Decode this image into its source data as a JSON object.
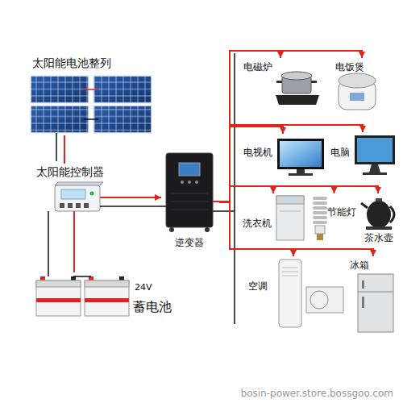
{
  "diagram": {
    "nodes": [
      {
        "text": [
          "太阳能电池整列"
        ]
      },
      {
        "text": [
          "太阳能控制器"
        ]
      },
      {
        "text": [
          "逆变器"
        ]
      },
      {
        "text": [
          "24V",
          "蓄电池"
        ]
      },
      {
        "text": [
          "电磁炉"
        ]
      },
      {
        "text": [
          "电饭煲"
        ]
      },
      {
        "text": [
          "电视机"
        ]
      },
      {
        "text": [
          "电脑"
        ]
      },
      {
        "text": [
          "洗衣机"
        ]
      },
      {
        "text": [
          "节能灯"
        ]
      },
      {
        "text": [
          "茶水壶"
        ]
      },
      {
        "text": [
          "空调"
        ]
      },
      {
        "text": [
          "冰箱"
        ]
      }
    ],
    "edges": [
      {
        "from": 0,
        "to": 1,
        "arrow": "none"
      },
      {
        "from": 1,
        "to": 2,
        "arrow": "to"
      },
      {
        "from": 1,
        "to": 3,
        "arrow": "none"
      },
      {
        "from": 2,
        "to": 4,
        "arrow": "to"
      },
      {
        "from": 2,
        "to": 5,
        "arrow": "to"
      },
      {
        "from": 2,
        "to": 6,
        "arrow": "to"
      },
      {
        "from": 2,
        "to": 7,
        "arrow": "to"
      },
      {
        "from": 2,
        "to": 8,
        "arrow": "to"
      },
      {
        "from": 2,
        "to": 9,
        "arrow": "to"
      },
      {
        "from": 2,
        "to": 10,
        "arrow": "to"
      },
      {
        "from": 2,
        "to": 11,
        "arrow": "to"
      },
      {
        "from": 2,
        "to": 12,
        "arrow": "to"
      }
    ],
    "labels": [
      "bosin-power.store.bossgoo.com"
    ]
  }
}
